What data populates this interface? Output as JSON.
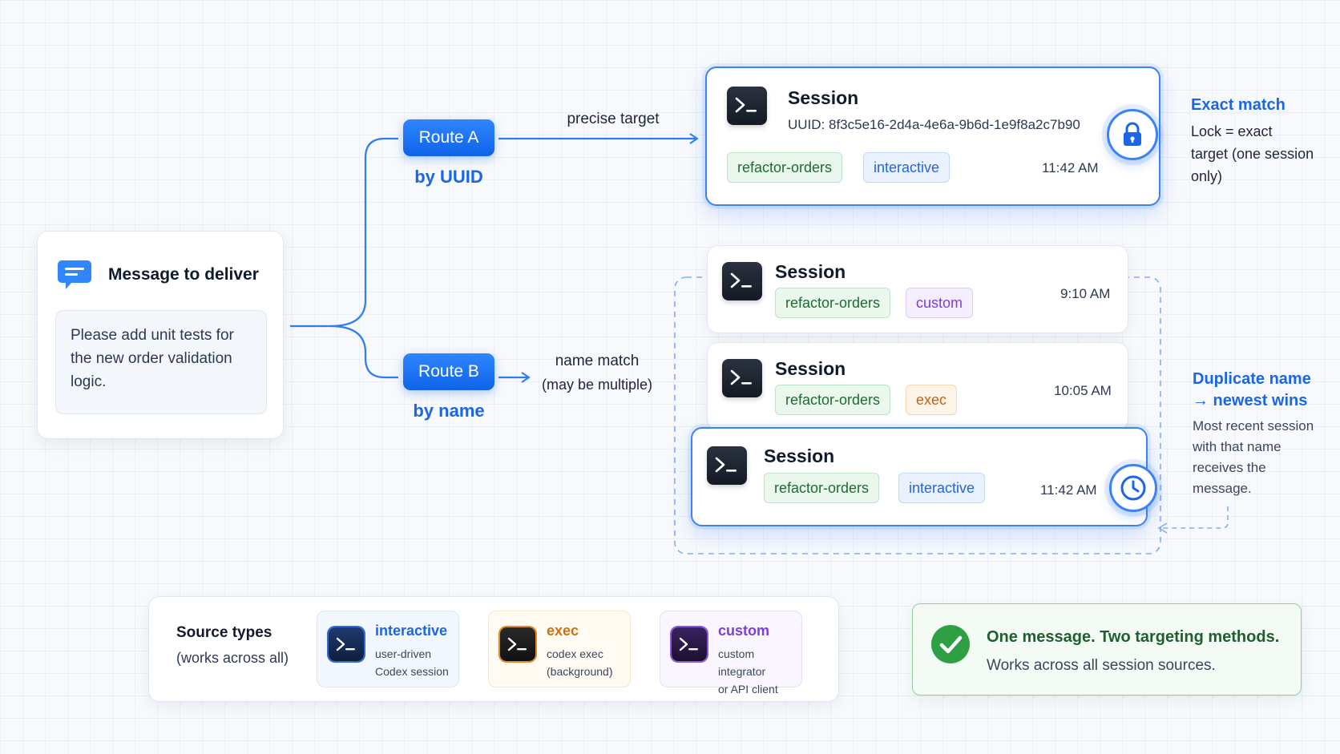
{
  "message": {
    "title": "Message to deliver",
    "body": "Please add unit tests for the new order validation logic.",
    "icon": "chat-bubble-icon"
  },
  "routes": {
    "a": {
      "label": "Route A",
      "sub": "by UUID",
      "edge_label": "precise target"
    },
    "b": {
      "label": "Route B",
      "sub": "by name",
      "edge_label_1": "name match",
      "edge_label_2": "(may be multiple)"
    }
  },
  "exact_session": {
    "title": "Session",
    "uuid": "UUID: 8f3c5e16-2d4a-4e6a-9b6d-1e9f8a2c7b90",
    "tags": [
      "refactor-orders",
      "interactive"
    ],
    "time": "11:42 AM"
  },
  "name_sessions": [
    {
      "title": "Session",
      "tags": [
        "refactor-orders",
        "custom"
      ],
      "time": "9:10 AM"
    },
    {
      "title": "Session",
      "tags": [
        "refactor-orders",
        "exec"
      ],
      "time": "10:05 AM"
    },
    {
      "title": "Session",
      "tags": [
        "refactor-orders",
        "interactive"
      ],
      "time": "11:42 AM"
    }
  ],
  "notes": {
    "exact": {
      "title": "Exact match",
      "lines": [
        "Lock = exact",
        "target (one session",
        "only)"
      ]
    },
    "duplicate": {
      "title_1": "Duplicate name",
      "title_2": "→ newest wins",
      "lines": [
        "Most recent session",
        "with that name",
        "receives the",
        "message."
      ]
    }
  },
  "sources": {
    "title": "Source types",
    "subtitle": "(works across all)",
    "items": [
      {
        "name": "interactive",
        "desc": [
          "user-driven",
          "Codex session"
        ],
        "color": "#1a66e6"
      },
      {
        "name": "exec",
        "desc": [
          "codex exec",
          "(background)"
        ],
        "color": "#d4700f"
      },
      {
        "name": "custom",
        "desc": [
          "custom integrator",
          "or API client"
        ],
        "color": "#7a3fd8"
      }
    ]
  },
  "summary": {
    "title": "One message. Two targeting methods.",
    "subtitle": "Works across all session sources."
  },
  "colors": {
    "accent": "#1a66e6",
    "connector": "#2f7cf0",
    "success": "#2ea043"
  }
}
